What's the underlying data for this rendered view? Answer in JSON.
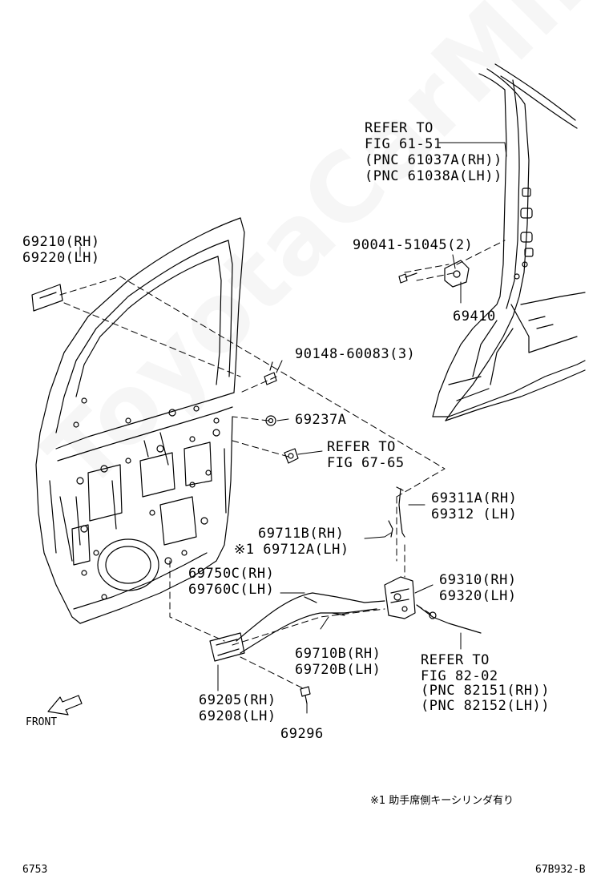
{
  "watermark": "ToyotaCarMine.ru",
  "callouts": {
    "refer_pillar": [
      "REFER TO",
      "FIG 61-51",
      "(PNC 61037A(RH))",
      "(PNC 61038A(LH))"
    ],
    "p_69210": [
      "69210(RH)",
      "69220(LH)"
    ],
    "p_90041": "90041-51045(2)",
    "p_69410": "69410",
    "p_90148": "90148-60083(3)",
    "p_69237A": "69237A",
    "refer_fig67": [
      "REFER TO",
      "FIG 67-65"
    ],
    "p_69311A": [
      "69311A(RH)",
      "69312 (LH)"
    ],
    "p_69711B": [
      "69711B(RH)",
      "※1 69712A(LH)"
    ],
    "p_69750C": [
      "69750C(RH)",
      "69760C(LH)"
    ],
    "p_69310": [
      "69310(RH)",
      "69320(LH)"
    ],
    "p_69710B": [
      "69710B(RH)",
      "69720B(LH)"
    ],
    "refer_fig82": [
      "REFER TO",
      "FIG 82-02",
      "(PNC 82151(RH))",
      "(PNC 82152(LH))"
    ],
    "p_69205": [
      "69205(RH)",
      "69208(LH)"
    ],
    "p_69296": "69296",
    "front": "FRONT"
  },
  "footnote": "※1 助手席側キーシリンダ有り",
  "footer": {
    "left": "6753",
    "right": "67B932-B"
  }
}
